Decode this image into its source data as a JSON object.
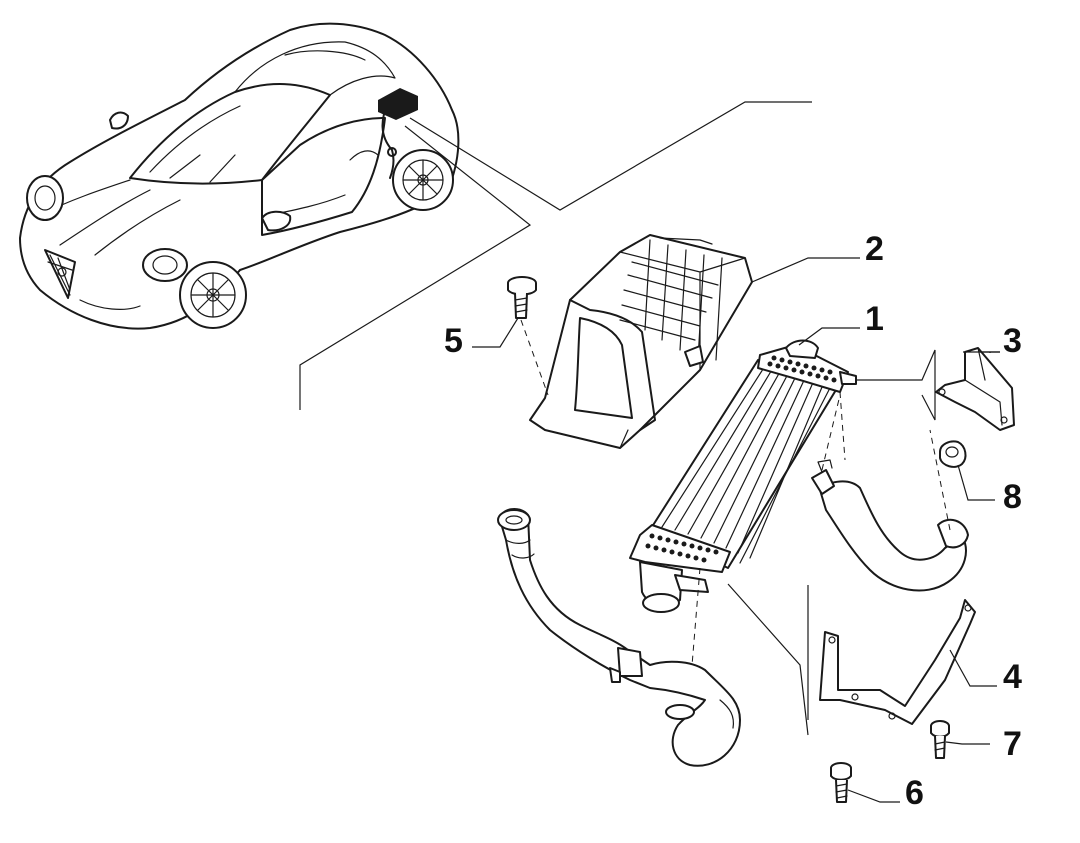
{
  "callouts": {
    "c1": "1",
    "c2": "2",
    "c3": "3",
    "c4": "4",
    "c5": "5",
    "c6": "6",
    "c7": "7",
    "c8": "8"
  }
}
